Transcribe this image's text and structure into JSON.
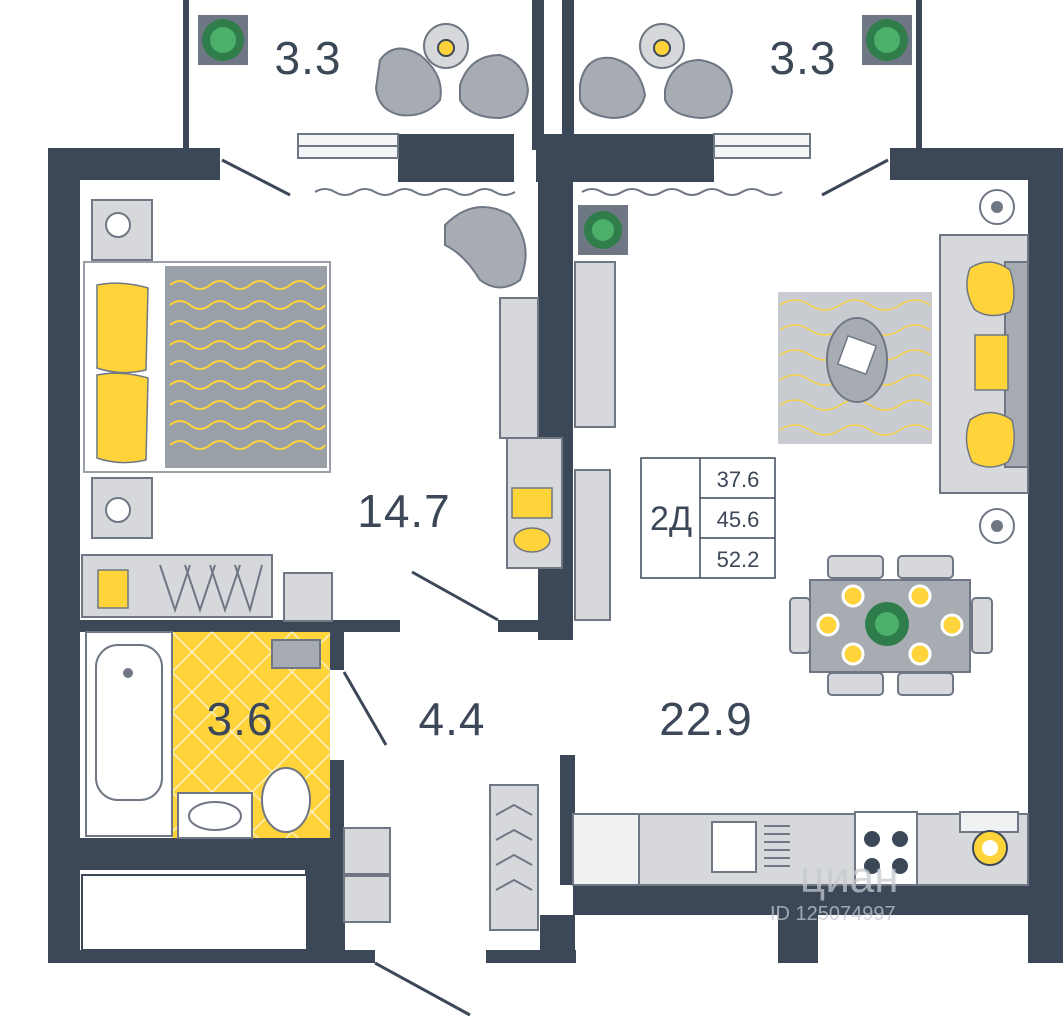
{
  "rooms": {
    "balcony_left": "3.3",
    "balcony_right": "3.3",
    "bedroom": "14.7",
    "bathroom": "3.6",
    "hallway": "4.4",
    "living": "22.9"
  },
  "summary": {
    "type": "2Д",
    "living_area": "37.6",
    "kitchen_area": "45.6",
    "total_area": "52.2"
  },
  "watermark": {
    "brand": "циан",
    "id": "ID 125074997"
  },
  "colors": {
    "wall": "#3c4858",
    "accent": "#ffd43b",
    "furniture": "#a7acb3"
  }
}
